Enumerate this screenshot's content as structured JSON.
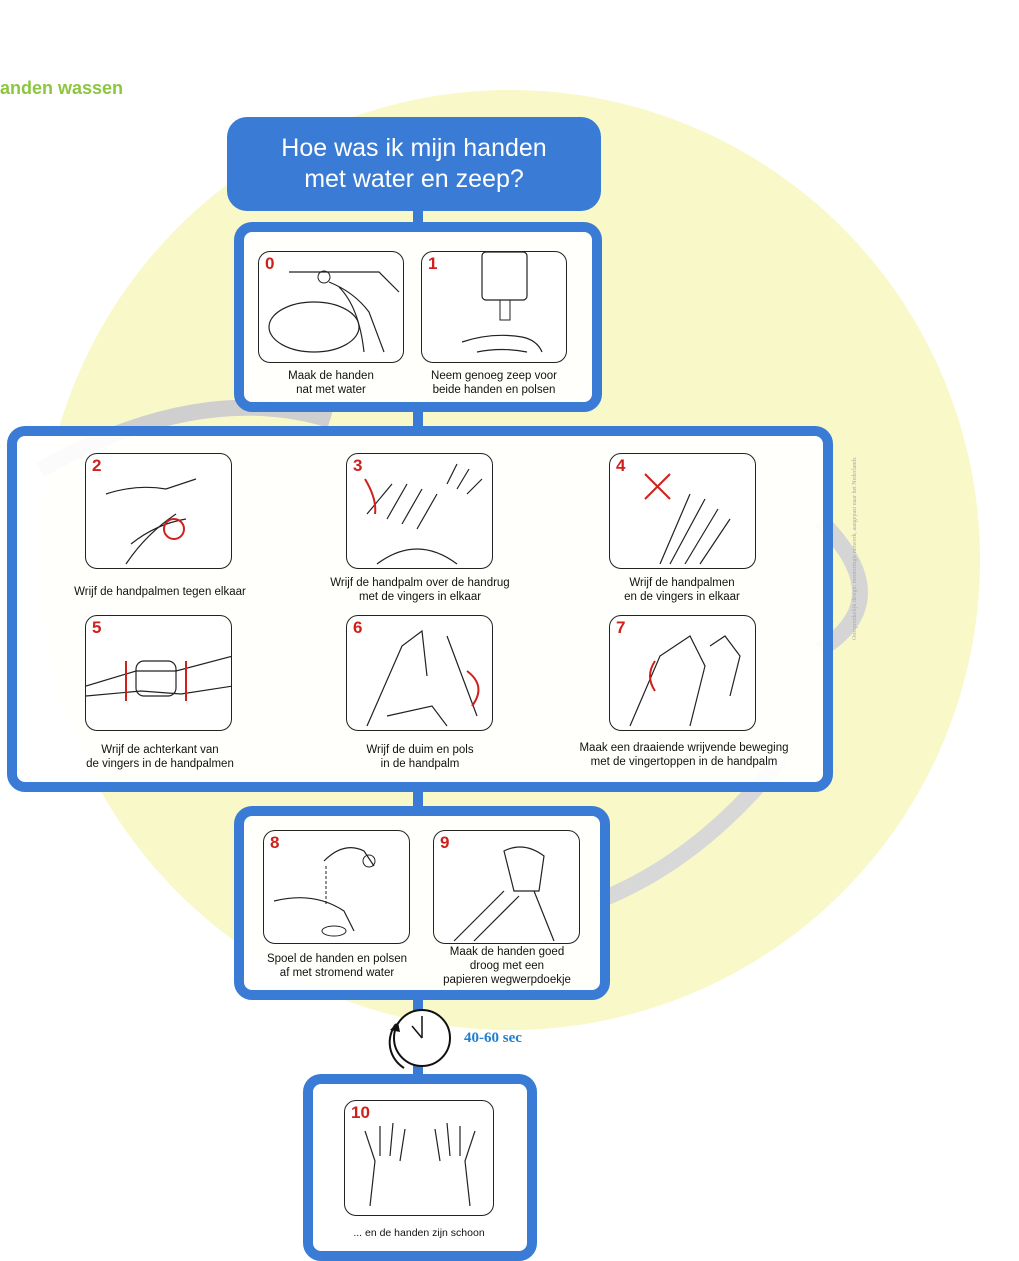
{
  "page_heading": "anden wassen",
  "title": {
    "line1": "Hoe was ik mijn handen",
    "line2": "met water en zeep?"
  },
  "steps": [
    {
      "num": "0",
      "line1": "Maak de handen",
      "line2": "nat met water"
    },
    {
      "num": "1",
      "line1": "Neem genoeg zeep voor",
      "line2": "beide handen en polsen"
    },
    {
      "num": "2",
      "line1": "Wrijf de handpalmen tegen elkaar",
      "line2": ""
    },
    {
      "num": "3",
      "line1": "Wrijf de handpalm over de handrug",
      "line2": "met de vingers in elkaar"
    },
    {
      "num": "4",
      "line1": "Wrijf de handpalmen",
      "line2": "en de vingers in elkaar"
    },
    {
      "num": "5",
      "line1": "Wrijf de achterkant van",
      "line2": "de vingers in de handpalmen"
    },
    {
      "num": "6",
      "line1": "Wrijf de duim en pols",
      "line2": "in de handpalm"
    },
    {
      "num": "7",
      "line1": "Maak een draaiende wrijvende beweging",
      "line2": "met de vingertoppen in de handpalm"
    },
    {
      "num": "8",
      "line1": "Spoel de handen en polsen",
      "line2": "af met stromend water"
    },
    {
      "num": "9",
      "line1": "Maak de handen goed",
      "line2": "droog met een",
      "line3": "papieren wegwerpdoekje"
    },
    {
      "num": "10",
      "line1": "... en de handen zijn schoon",
      "line2": ""
    }
  ],
  "timer": {
    "label": "40-60 sec",
    "icon": "stopwatch-icon"
  },
  "side_credit": "Oorspronkelijk design: mentoringis network, aangepast naar het Nederlands",
  "colors": {
    "frame": "#3a7bd5",
    "heading": "#8cc63f",
    "step_number": "#d0201b",
    "timer_label": "#1e7fd0",
    "background_circle": "#f7f7c6"
  }
}
